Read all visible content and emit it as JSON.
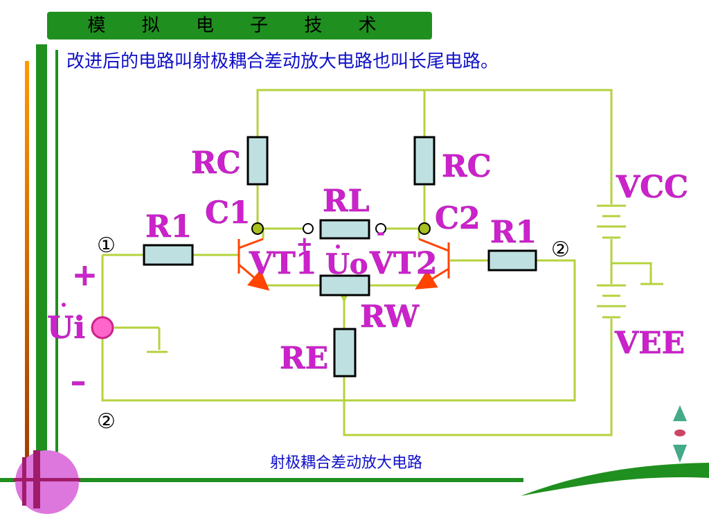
{
  "header": {
    "title": "模 拟 电 子 技 术"
  },
  "subtitle": "改进后的电路叫射极耦合差动放大电路也叫长尾电路。",
  "caption": "射极耦合差动放大电路",
  "circuit": {
    "rc_left": "RC",
    "rc_right": "RC",
    "rl": "RL",
    "c1": "C1",
    "c2": "C2",
    "r1_left": "R1",
    "r1_right": "R1",
    "vt1": "VT1",
    "vt2": "VT2",
    "uo": "Uo",
    "rw": "RW",
    "re": "RE",
    "vcc": "VCC",
    "vee": "VEE",
    "ui": "Ui",
    "plus": "+",
    "minus": "–",
    "plus_small": "+",
    "minus_small": "-",
    "node1": "①",
    "node2_right": "②",
    "node2_bottom": "②"
  },
  "colors": {
    "wire": "#b4d23c",
    "resistor_fill": "#bfe0e0",
    "label": "#cc22cc",
    "transistor": "#ff4400",
    "header": "#1f8f1f",
    "text_blue": "#1010c8"
  },
  "nav": {
    "up_icon": "triangle-up-icon",
    "down_icon": "triangle-down-icon",
    "dot_icon": "dot-icon"
  }
}
